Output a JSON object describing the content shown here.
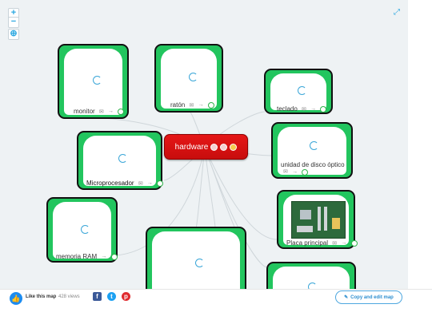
{
  "map": {
    "center": "hardware",
    "nodes": {
      "monitor": "monitor",
      "raton": "ratón",
      "teclado": "teclado",
      "microprocesador": "Microprocesador",
      "disco_optico": "unidad de disco óptico",
      "memoria": "memoria RAM",
      "placa": "Placa principal"
    }
  },
  "controls": {
    "zoom_in": "+",
    "zoom_out": "−",
    "center": "⊕",
    "fullscreen": "⤢"
  },
  "bottom_bar": {
    "like_label": "Like this map",
    "views": "428 views",
    "copy_button": "Copy and edit map"
  },
  "colors": {
    "node_fill": "#22c55e",
    "center_fill": "#dc1414",
    "link": "#cfd6da",
    "accent": "#1d8cf0"
  }
}
